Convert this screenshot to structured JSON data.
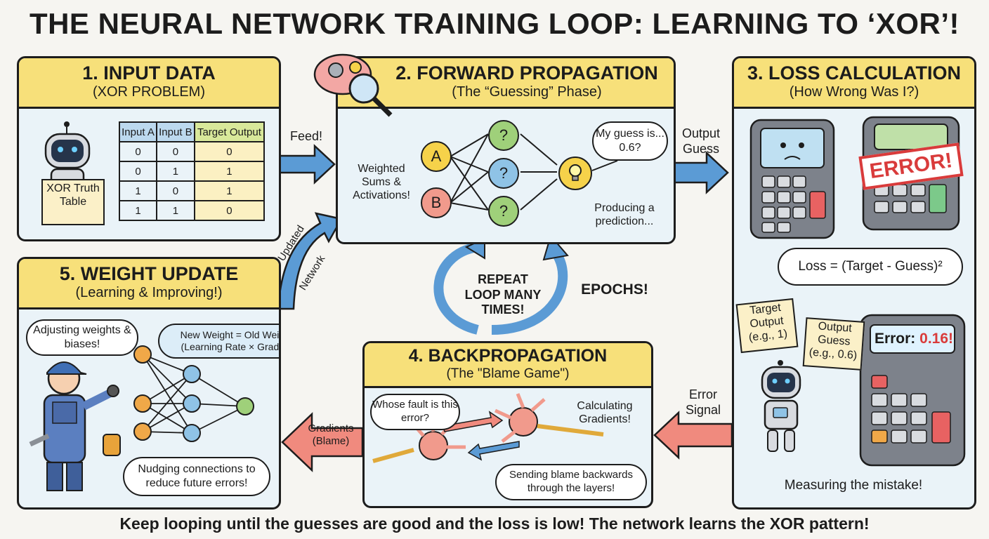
{
  "title": "THE NEURAL NETWORK TRAINING LOOP: LEARNING TO ‘XOR’!",
  "footer": "Keep looping until the guesses are good and the loss is low! The network learns the XOR pattern!",
  "panel1": {
    "heading": "1. INPUT DATA",
    "subheading": "(XOR PROBLEM)",
    "sign": "XOR Truth Table",
    "table": {
      "headers": [
        "Input A",
        "Input B",
        "Target Output"
      ],
      "rows": [
        [
          "0",
          "0",
          "0"
        ],
        [
          "0",
          "1",
          "1"
        ],
        [
          "1",
          "0",
          "1"
        ],
        [
          "1",
          "1",
          "0"
        ]
      ]
    }
  },
  "panel2": {
    "heading": "2. FORWARD PROPAGATION",
    "subheading": "(The “Guessing” Phase)",
    "side_label": "Weighted Sums & Activations!",
    "input_a": "A",
    "input_b": "B",
    "hidden_label": "?",
    "bubble": "My guess is... 0.6?",
    "caption": "Producing a prediction..."
  },
  "panel3": {
    "heading": "3. LOSS CALCULATION",
    "subheading": "(How Wrong Was I?)",
    "error_stamp": "ERROR!",
    "formula": "Loss = (Target - Guess)²",
    "target_sign": "Target Output (e.g., 1)",
    "guess_sign": "Output Guess (e.g., 0.6)",
    "display_label": "Error:",
    "display_value": "0.16!",
    "caption": "Measuring the mistake!"
  },
  "panel4": {
    "heading": "4. BACKPROPAGATION",
    "subheading": "(The \"Blame Game\")",
    "bubble_left": "Whose fault is this error?",
    "right_label": "Calculating Gradients!",
    "bubble_bottom": "Sending blame backwards through the layers!"
  },
  "panel5": {
    "heading": "5. WEIGHT UPDATE",
    "subheading": "(Learning & Improving!)",
    "bubble_left": "Adjusting weights & biases!",
    "formula": "New Weight = Old Weight - (Learning Rate × Gradient)",
    "bubble_bottom": "Nudging connections to reduce future errors!"
  },
  "arrows": {
    "feed": "Feed!",
    "output_guess": "Output Guess",
    "error_signal": "Error Signal",
    "gradients": "Gradients (Blame)",
    "updated": "Updated",
    "network": "Network"
  },
  "loop": {
    "center": "REPEAT LOOP MANY TIMES!",
    "epochs": "EPOCHS!"
  },
  "colors": {
    "header_yellow": "#f7e07a",
    "panel_bg": "#eaf3f8",
    "arrow_blue": "#5b9bd5",
    "arrow_red": "#f08a7e",
    "node_yellow": "#f6d24a",
    "node_red": "#f19a8c",
    "node_green": "#9fd07a",
    "node_blue": "#8fc3e6",
    "error_red": "#d93b3b"
  }
}
